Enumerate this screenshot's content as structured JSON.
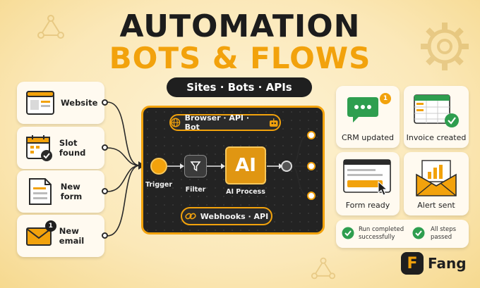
{
  "headline": {
    "line1": "AUTOMATION",
    "line2": "BOTS & FLOWS",
    "tagline": "Sites · Bots · APIs"
  },
  "sources": [
    {
      "label": "Website",
      "icon": "browser-window-icon"
    },
    {
      "label": "Slot found",
      "icon": "calendar-check-icon"
    },
    {
      "label": "New form",
      "icon": "document-icon"
    },
    {
      "label": "New email",
      "icon": "envelope-icon",
      "badge": "1"
    }
  ],
  "flow": {
    "top_chip": "Browser · API · Bot",
    "bottom_chip": "Webhooks · API",
    "trigger_label": "Trigger",
    "filter_label": "Filter",
    "ai_text": "AI",
    "ai_label": "AI Process"
  },
  "results": [
    {
      "label": "CRM updated",
      "icon": "chat-bubble-icon",
      "badge": "1"
    },
    {
      "label": "Invoice created",
      "icon": "spreadsheet-check-icon"
    },
    {
      "label": "Form ready",
      "icon": "form-cursor-icon"
    },
    {
      "label": "Alert sent",
      "icon": "envelope-chart-icon"
    }
  ],
  "status": [
    {
      "line1": "Run completed",
      "line2": "successfully"
    },
    {
      "line1": "All steps",
      "line2": "passed"
    }
  ],
  "brand": {
    "logo_letter": "F",
    "name": "Fang"
  },
  "colors": {
    "accent": "#f2a20c",
    "dark": "#1f1f1f",
    "success": "#2e9e4f",
    "card": "#fffaf0"
  }
}
